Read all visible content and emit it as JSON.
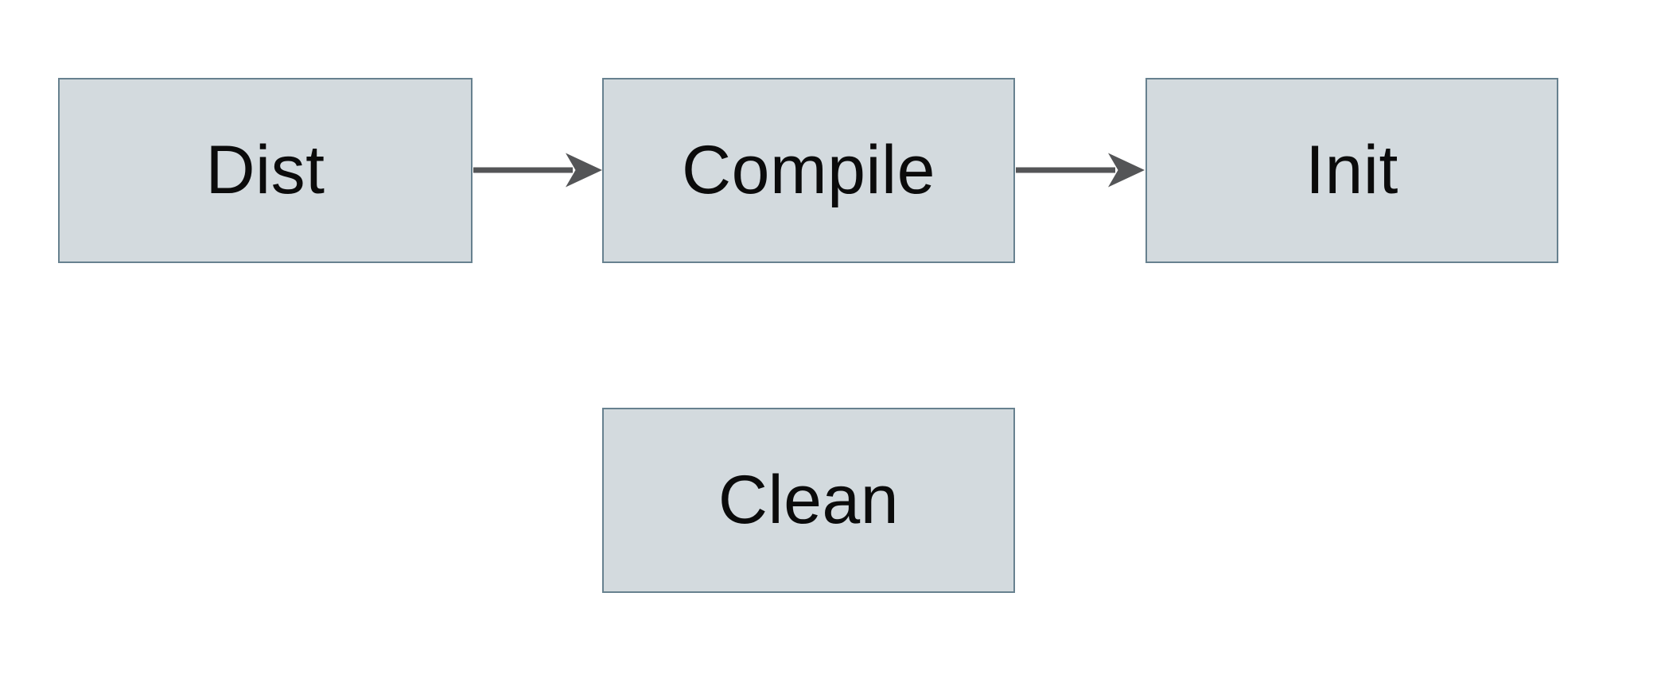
{
  "diagram": {
    "background_color": "#ffffff",
    "node_fill_color": "#d3dade",
    "node_border_color": "#67818f",
    "arrow_color": "#545557",
    "text_color": "#0b0b0b",
    "nodes": [
      {
        "id": "dist",
        "label": "Dist"
      },
      {
        "id": "compile",
        "label": "Compile"
      },
      {
        "id": "init",
        "label": "Init"
      },
      {
        "id": "clean",
        "label": "Clean"
      }
    ],
    "edges": [
      {
        "from": "Dist",
        "to": "Compile",
        "direction": "right"
      },
      {
        "from": "Compile",
        "to": "Init",
        "direction": "right"
      }
    ]
  }
}
